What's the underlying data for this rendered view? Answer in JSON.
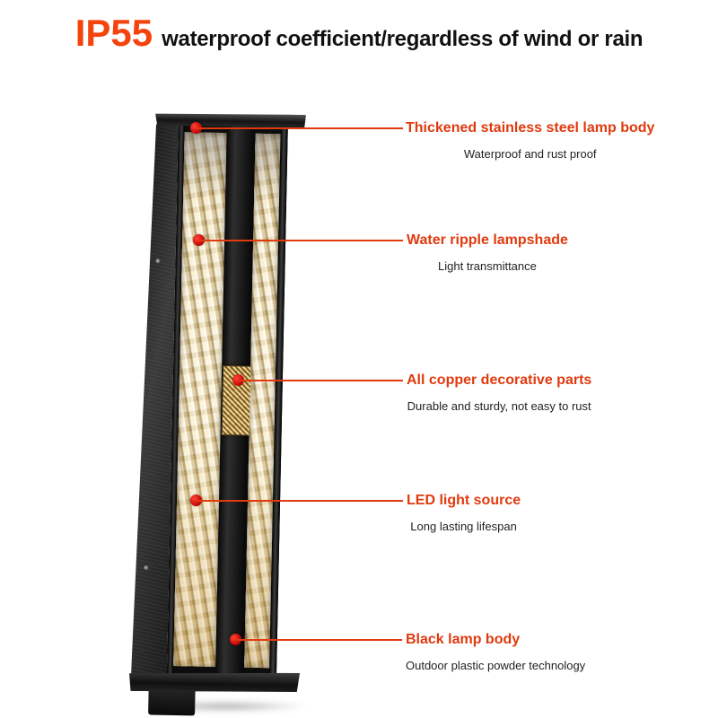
{
  "header": {
    "badge": "IP55",
    "title": "waterproof coefficient/regardless of wind or rain"
  },
  "callouts": [
    {
      "label": "Thickened stainless steel lamp body",
      "sub": "Waterproof and rust proof"
    },
    {
      "label": "Water ripple lampshade",
      "sub": "Light transmittance"
    },
    {
      "label": "All copper decorative parts",
      "sub": "Durable and sturdy, not easy to rust"
    },
    {
      "label": "LED light source",
      "sub": "Long lasting lifespan"
    },
    {
      "label": "Black lamp body",
      "sub": "Outdoor plastic powder technology"
    }
  ],
  "colors": {
    "accent": "#e03a0e",
    "badge": "#f5430e",
    "dot": "#cf0d0d",
    "heading_text": "#111111",
    "sub_text": "#222222"
  }
}
